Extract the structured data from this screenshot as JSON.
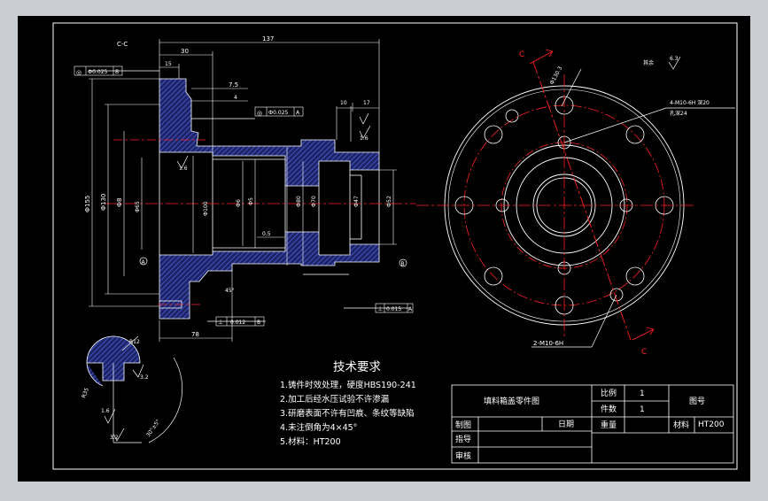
{
  "section_label": "C-C",
  "view_mark": "C",
  "dimensions": {
    "overall_length": "137",
    "flange_width": "30",
    "step": "15",
    "chamfer": "7.5",
    "step_4": "4",
    "bore_depth": "10",
    "depth_17": "17",
    "dia_155": "Ф155",
    "dia_130": "Ф130",
    "dia_8": "Ф8",
    "dia_65": "Ф65",
    "dia_100": "Ф100",
    "dia_6": "Ф6",
    "dia_5": "Ф5",
    "dia_80": "Ф80",
    "dia_70": "Ф70",
    "dia_47": "Ф47",
    "dia_52": "Ф52",
    "len_78": "78",
    "small_05": "0.5",
    "angle_45": "45°",
    "bolt_circle": "Ф130.3",
    "rough_16": "1.6",
    "rough_32": "3.2",
    "rough_63": "6.3",
    "rough_rest": "其余",
    "r_12": "R12",
    "r_35": "R35",
    "angle_30": "30°±5°"
  },
  "tolerance_frames": [
    {
      "symbol": "◎",
      "value": "Ф0.025",
      "datum": "B"
    },
    {
      "symbol": "◎",
      "value": "Ф0.025",
      "datum": "A"
    },
    {
      "symbol": "⊥",
      "value": "0.012",
      "datum": "B"
    },
    {
      "symbol": "⊥",
      "value": "0.015",
      "datum": "A"
    }
  ],
  "datums": {
    "a": "A",
    "b": "B"
  },
  "hole_callout_top": "4-M10-6H 深20",
  "hole_callout_top_2": "孔深24",
  "hole_callout_bottom": "2-M10-6H",
  "requirements": {
    "heading": "技术要求",
    "items": [
      "1.铸件时效处理，硬度HBS190-241",
      "2.加工后经水压试验不许渗漏",
      "3.研磨表面不许有凹痕、条纹等缺陷",
      "4.未注倒角为4×45°",
      "5.材料：HT200"
    ]
  },
  "title_block": {
    "part_name": "填料箱盖零件图",
    "scale_label": "比例",
    "scale_value": "1",
    "count_label": "件数",
    "count_value": "1",
    "weight_label": "重量",
    "material_label": "材料",
    "material_value": "HT200",
    "drawing_no_label": "图号",
    "drawn_label": "制图",
    "date_label": "日期",
    "checked_label": "指导",
    "approved_label": "审核"
  },
  "colors": {
    "background": "#000000",
    "outline": "#ffffff",
    "hatch": "#3440b8",
    "centerline": "#ff2020",
    "frame": "#c9ccd1"
  }
}
